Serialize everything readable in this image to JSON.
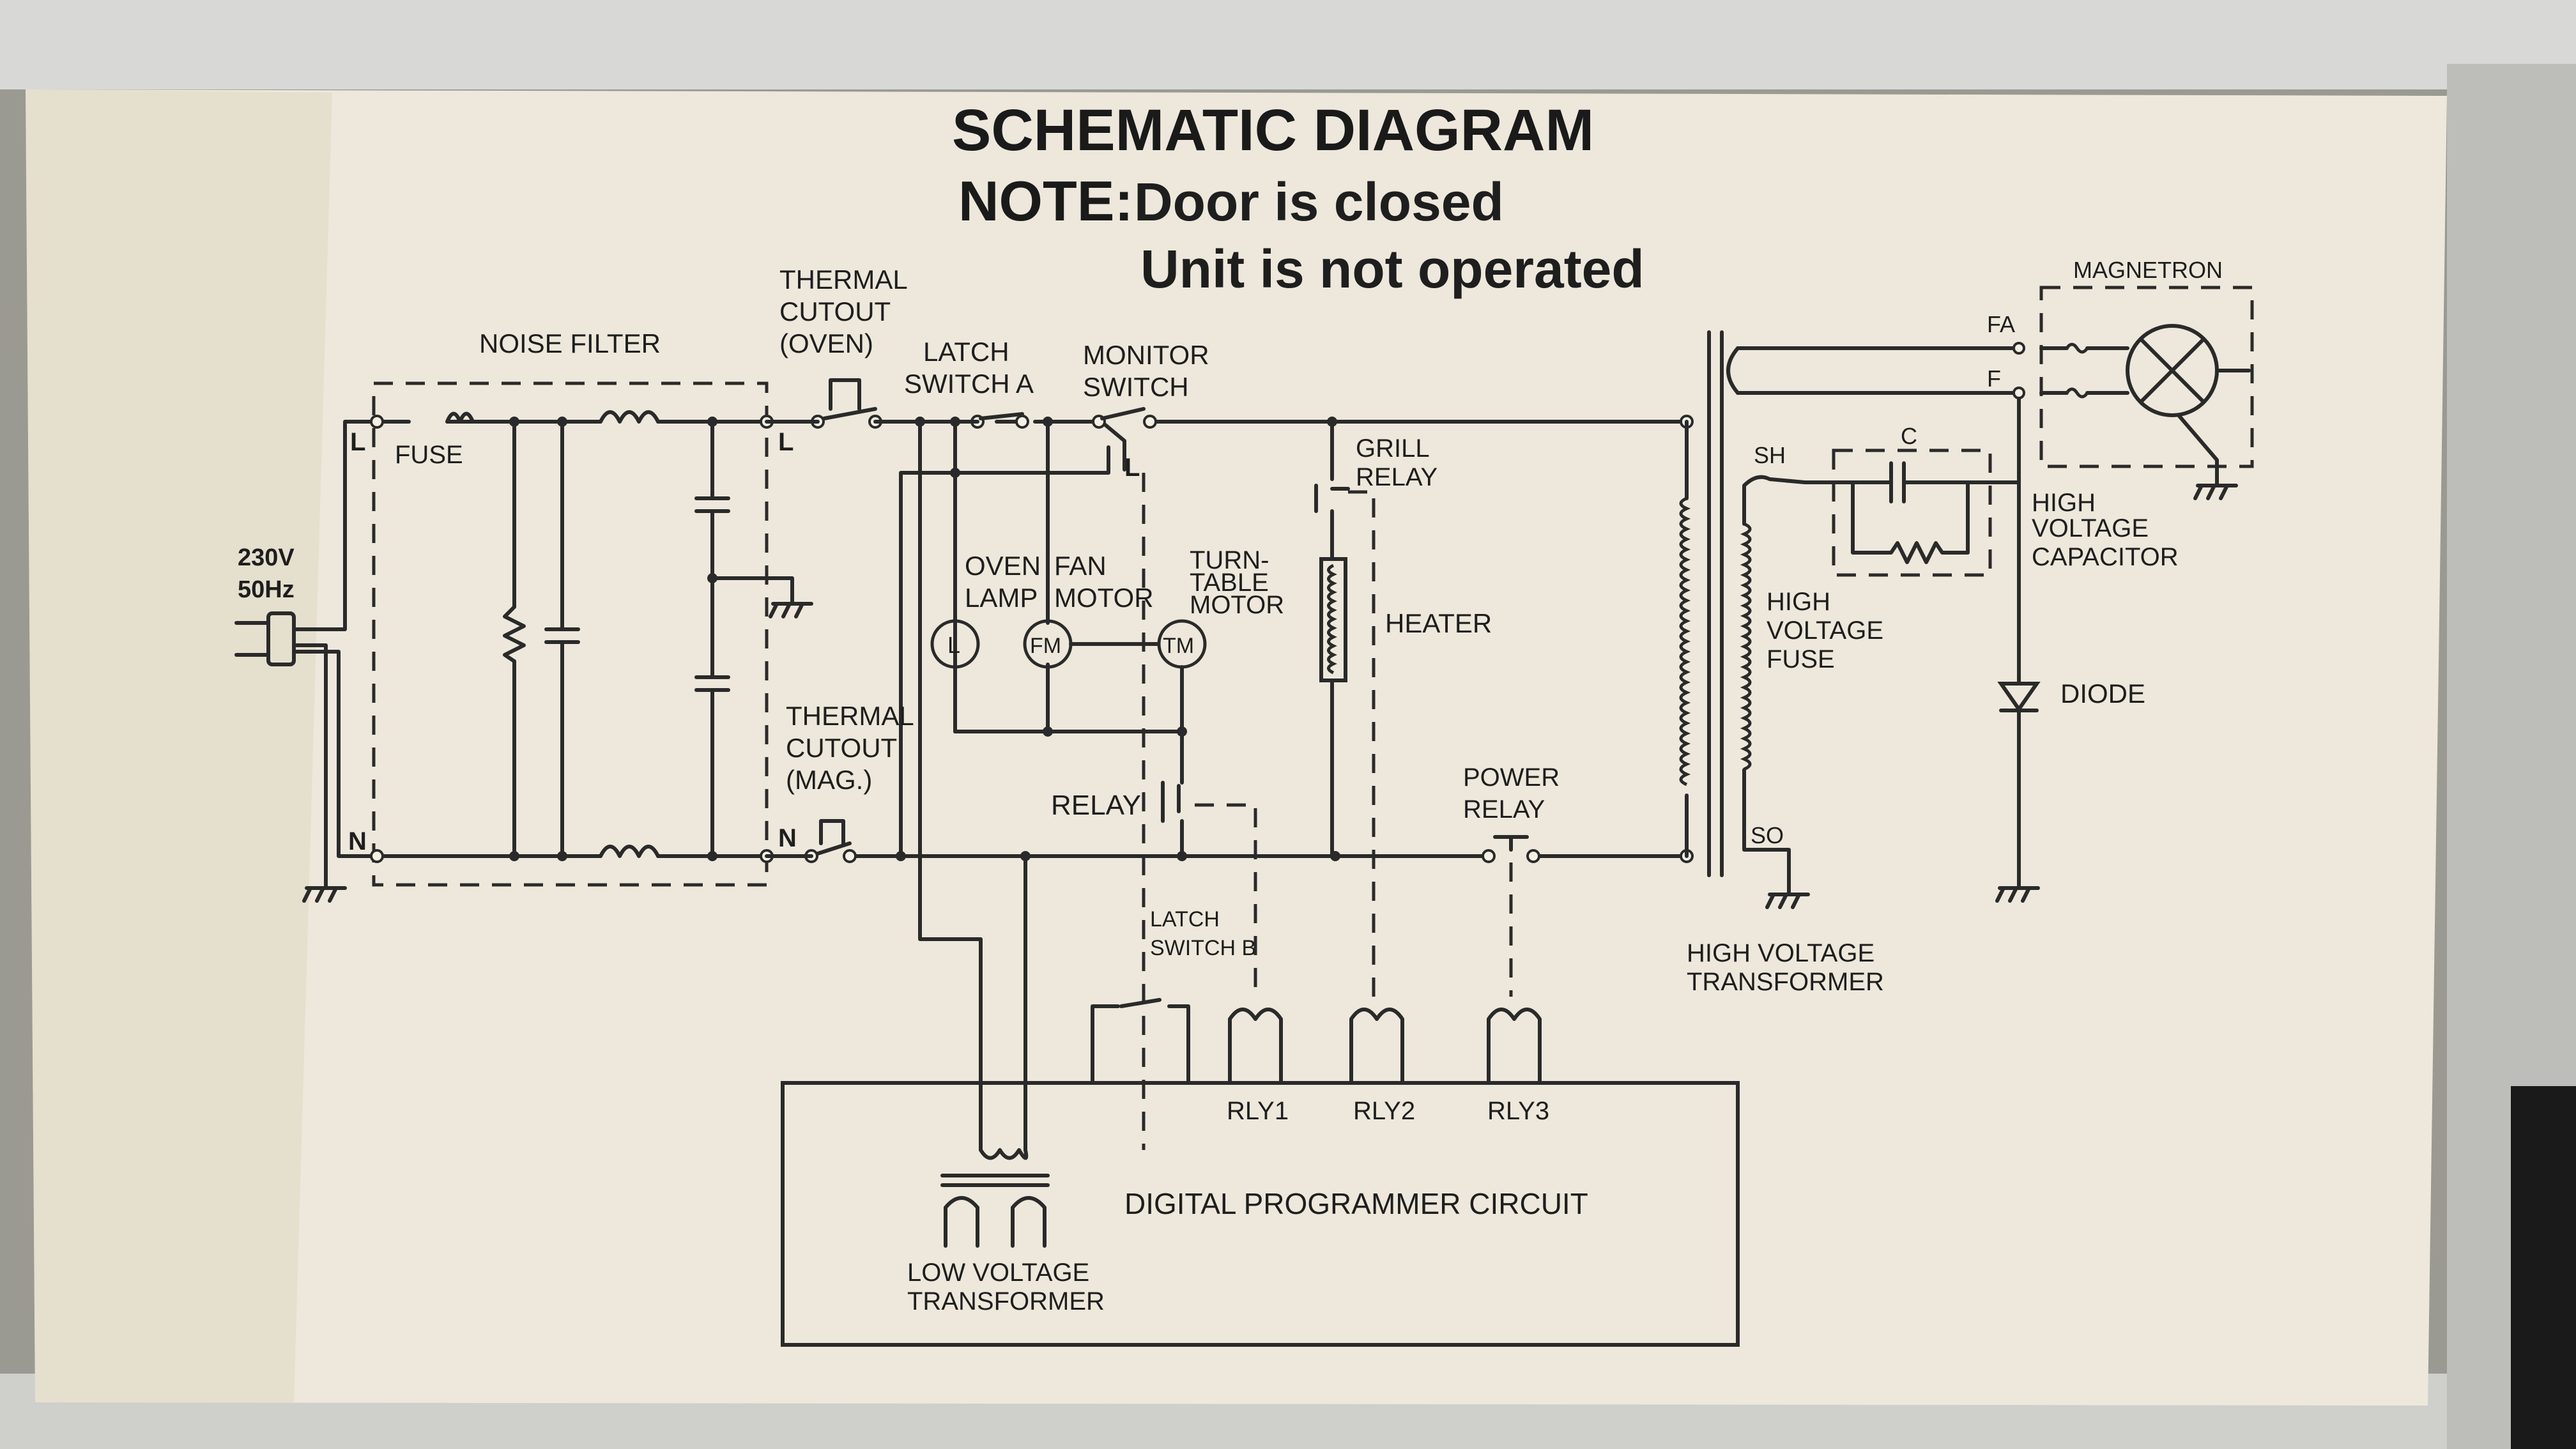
{
  "title": "SCHEMATIC  DIAGRAM",
  "note": "NOTE:",
  "note_line1": "Door is closed",
  "note_line2": "Unit is not operated",
  "labels": {
    "noise_filter": "NOISE FILTER",
    "thermal_oven_1": "THERMAL",
    "thermal_oven_2": "CUTOUT",
    "thermal_oven_3": "(OVEN)",
    "latch_a_1": "LATCH",
    "latch_a_2": "SWITCH A",
    "monitor_1": "MONITOR",
    "monitor_2": "SWITCH",
    "fuse": "FUSE",
    "l_top": "L",
    "l_mid": "L",
    "l_mon": "L",
    "n_left": "N",
    "n_mid": "N",
    "voltage": "230V",
    "freq": "50Hz",
    "oven_lamp_1": "OVEN",
    "oven_lamp_2": "LAMP",
    "fan_motor_1": "FAN",
    "fan_motor_2": "MOTOR",
    "turntable_1": "TURN-",
    "turntable_2": "TABLE",
    "turntable_3": "MOTOR",
    "grill_1": "GRILL",
    "grill_2": "RELAY",
    "heater": "HEATER",
    "lamp_sym": "L",
    "fm_sym": "FM",
    "tm_sym": "TM",
    "thermal_mag_1": "THERMAL",
    "thermal_mag_2": "CUTOUT",
    "thermal_mag_3": "(MAG.)",
    "relay": "RELAY",
    "latch_b_1": "LATCH",
    "latch_b_2": "SWITCH B",
    "power_relay_1": "POWER",
    "power_relay_2": "RELAY",
    "rly1": "RLY1",
    "rly2": "RLY2",
    "rly3": "RLY3",
    "digital": "DIGITAL  PROGRAMMER  CIRCUIT",
    "lvt_1": "LOW  VOLTAGE",
    "lvt_2": "TRANSFORMER",
    "sh": "SH",
    "so": "SO",
    "c": "C",
    "hv_fuse_1": "HIGH",
    "hv_fuse_2": "VOLTAGE",
    "hv_fuse_3": "FUSE",
    "hvt_1": "HIGH  VOLTAGE",
    "hvt_2": "TRANSFORMER",
    "magnetron": "MAGNETRON",
    "fa": "FA",
    "f": "F",
    "hvc_1": "HIGH",
    "hvc_2": "VOLTAGE",
    "hvc_3": "CAPACITOR",
    "diode": "DIODE"
  }
}
